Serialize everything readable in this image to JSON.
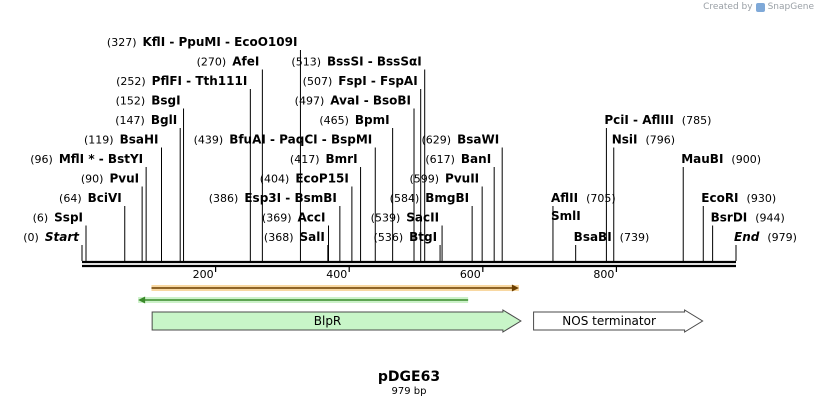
{
  "credit": {
    "prefix": "Created by",
    "brand": "SnapGene"
  },
  "plasmid": {
    "name": "pDGE63",
    "length_label": "979 bp",
    "length": 979
  },
  "ruler_ticks": [
    {
      "value": 200,
      "label": "200"
    },
    {
      "value": 400,
      "label": "400"
    },
    {
      "value": 600,
      "label": "600"
    },
    {
      "value": 800,
      "label": "800"
    }
  ],
  "features": [
    {
      "label": "BlpR",
      "start": 105,
      "end": 657,
      "color": "#c8f5c8",
      "stroke": "#4a4a4a",
      "direction": "forward"
    },
    {
      "label": "NOS terminator",
      "start": 676,
      "end": 929,
      "color": "#ffffff",
      "stroke": "#4a4a4a",
      "direction": "forward"
    }
  ],
  "orf": {
    "start": 104,
    "end": 654,
    "color": "#f0a830"
  },
  "primer": {
    "start": 84,
    "end": 578,
    "color": "#3a8a2a",
    "direction": "reverse"
  },
  "sites": [
    {
      "pos": "(0)",
      "name": "Start",
      "bp": 0,
      "italic": true,
      "row": 0
    },
    {
      "pos": "(6)",
      "name": "SspI",
      "bp": 6,
      "row": 1
    },
    {
      "pos": "(64)",
      "name": "BciVI",
      "bp": 64,
      "row": 2
    },
    {
      "pos": "(90)",
      "name": "PvuI",
      "bp": 90,
      "row": 3
    },
    {
      "pos": "(96)",
      "name": "MflI * - BstYI",
      "bp": 96,
      "row": 4
    },
    {
      "pos": "(119)",
      "name": "BsaHI",
      "bp": 119,
      "row": 5
    },
    {
      "pos": "(147)",
      "name": "BglI",
      "bp": 147,
      "row": 6
    },
    {
      "pos": "(152)",
      "name": "BsgI",
      "bp": 152,
      "row": 7
    },
    {
      "pos": "(252)",
      "name": "PflFI - Tth111I",
      "bp": 252,
      "row": 8
    },
    {
      "pos": "(270)",
      "name": "AfeI",
      "bp": 270,
      "row": 9
    },
    {
      "pos": "(327)",
      "name": "KflI - PpuMI - EcoO109I",
      "bp": 327,
      "row": 10
    },
    {
      "pos": "(368)",
      "name": "SalI",
      "bp": 368,
      "row": 0
    },
    {
      "pos": "(369)",
      "name": "AccI",
      "bp": 369,
      "row": 1
    },
    {
      "pos": "(386)",
      "name": "Esp3I - BsmBI",
      "bp": 386,
      "row": 2
    },
    {
      "pos": "(404)",
      "name": "EcoP15I",
      "bp": 404,
      "row": 3
    },
    {
      "pos": "(417)",
      "name": "BmrI",
      "bp": 417,
      "row": 4
    },
    {
      "pos": "(439)",
      "name": "BfuAI - PaqCI - BspMI",
      "bp": 439,
      "row": 5
    },
    {
      "pos": "(465)",
      "name": "BpmI",
      "bp": 465,
      "row": 6
    },
    {
      "pos": "(497)",
      "name": "AvaI - BsoBI",
      "bp": 497,
      "row": 7
    },
    {
      "pos": "(507)",
      "name": "FspI - FspAI",
      "bp": 507,
      "row": 8
    },
    {
      "pos": "(513)",
      "name": "BssSI - BssSαI",
      "bp": 513,
      "row": 9
    },
    {
      "pos": "(536)",
      "name": "BtgI",
      "bp": 536,
      "row": 0
    },
    {
      "pos": "(539)",
      "name": "SacII",
      "bp": 539,
      "row": 1
    },
    {
      "pos": "(584)",
      "name": "BmgBI",
      "bp": 584,
      "row": 2
    },
    {
      "pos": "(599)",
      "name": "PvuII",
      "bp": 599,
      "row": 3
    },
    {
      "pos": "(617)",
      "name": "BanI",
      "bp": 617,
      "row": 4
    },
    {
      "pos": "(629)",
      "name": "BsaWI",
      "bp": 629,
      "row": 5
    },
    {
      "pos": "(705)",
      "name": "AflII",
      "bp": 705,
      "row": 2,
      "side": "left",
      "sub": "SmlI"
    },
    {
      "pos": "(739)",
      "name": "BsaBI",
      "bp": 739,
      "row": 0,
      "side": "left"
    },
    {
      "pos": "(785)",
      "name": "PciI - AflIII",
      "bp": 785,
      "row": 6,
      "side": "left"
    },
    {
      "pos": "(796)",
      "name": "NsiI",
      "bp": 796,
      "row": 5,
      "side": "left"
    },
    {
      "pos": "(900)",
      "name": "MauBI",
      "bp": 900,
      "row": 4,
      "side": "left"
    },
    {
      "pos": "(930)",
      "name": "EcoRI",
      "bp": 930,
      "row": 2,
      "side": "left"
    },
    {
      "pos": "(944)",
      "name": "BsrDI",
      "bp": 944,
      "row": 1,
      "side": "left"
    },
    {
      "pos": "(979)",
      "name": "End",
      "bp": 979,
      "italic": true,
      "row": 0,
      "side": "left"
    }
  ]
}
